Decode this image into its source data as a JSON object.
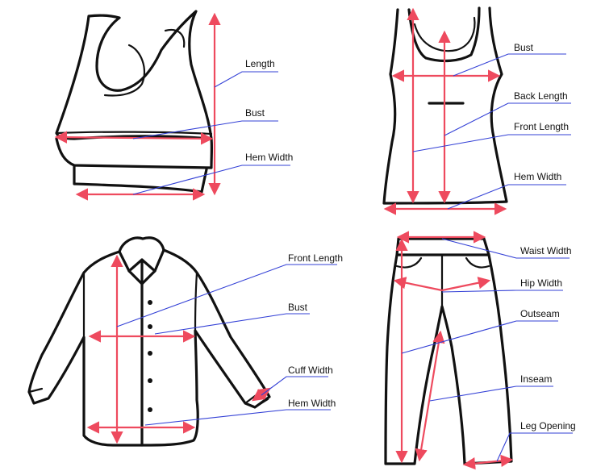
{
  "colors": {
    "measurement_line": "#ee4a5e",
    "leader_line": "#3340d6",
    "outline": "#111111",
    "label_text": "#111111"
  },
  "panels": {
    "crop_top": {
      "labels": {
        "length": "Length",
        "bust": "Bust",
        "hem_width": "Hem Width"
      }
    },
    "tank_top": {
      "labels": {
        "bust": "Bust",
        "back_length": "Back Length",
        "front_length": "Front Length",
        "hem_width": "Hem Width"
      }
    },
    "shirt": {
      "labels": {
        "front_length": "Front Length",
        "bust": "Bust",
        "cuff_width": "Cuff Width",
        "hem_width": "Hem Width"
      }
    },
    "pants": {
      "labels": {
        "waist_width": "Waist Width",
        "hip_width": "Hip Width",
        "outseam": "Outseam",
        "inseam": "Inseam",
        "leg_opening": "Leg Opening"
      }
    }
  }
}
